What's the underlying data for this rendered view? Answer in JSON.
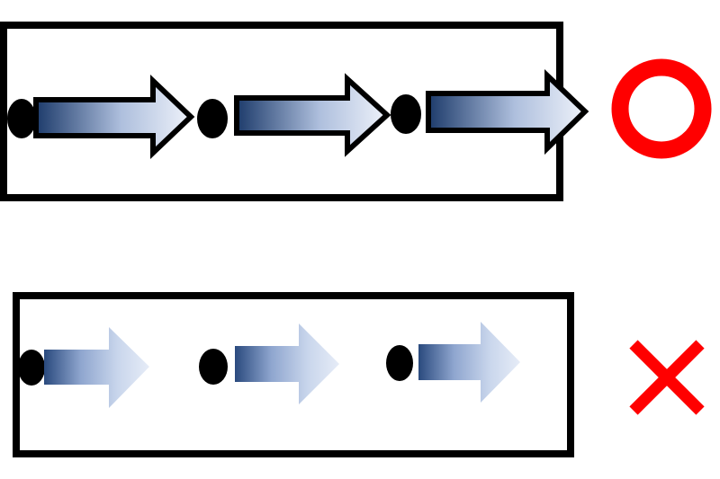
{
  "colors": {
    "frame": "#000000",
    "dot": "#000000",
    "arrow_dark": "#1d3b6b",
    "arrow_light": "#e8eef8",
    "arrow_outline": "#000000",
    "correct_mark": "#ff0000",
    "wrong_mark": "#ff0000"
  },
  "rows": [
    {
      "name": "good-example",
      "arrow_style": "outlined-connected",
      "steps": 3,
      "mark": "circle"
    },
    {
      "name": "bad-example",
      "arrow_style": "faded-gapped",
      "steps": 3,
      "mark": "cross"
    }
  ],
  "icons": {
    "correct": "circle-icon",
    "wrong": "cross-icon",
    "step": "dot-icon",
    "flow": "arrow-icon"
  }
}
